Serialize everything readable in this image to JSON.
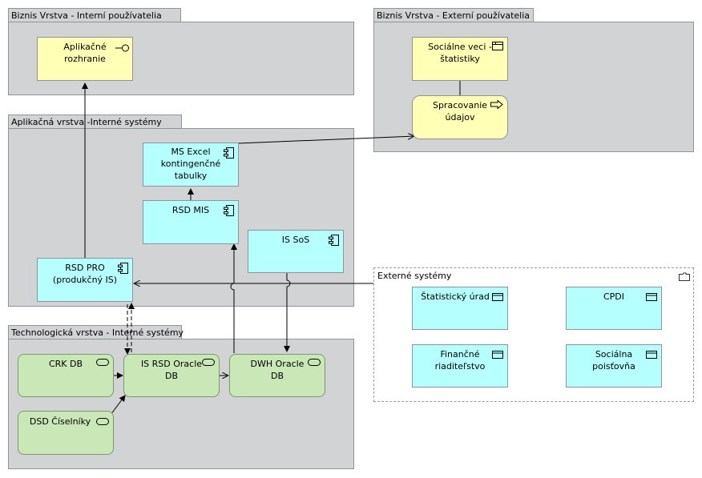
{
  "groups": {
    "biz_internal": "Biznis Vrstva - Interní používatelia",
    "biz_external": "Biznis Vrstva - Externí používatelia",
    "app_internal": "Aplikačná vrstva -Interné systémy",
    "tech_internal": "Technologická vrstva - Interné systémy",
    "external_systems": "Externé systémy"
  },
  "nodes": {
    "app_interface": {
      "line1": "Aplikačné",
      "line2": "rozhranie",
      "icon": "interface-icon"
    },
    "social_stats": {
      "line1": "Sociálne veci -",
      "line2": "štatistiky",
      "icon": "business-object-icon"
    },
    "data_processing": {
      "line1": "Spracovanie",
      "line2": "údajov",
      "icon": "process-arrow-icon"
    },
    "ms_excel": {
      "line1": "MS Excel",
      "line2": "kontingenčné",
      "line3": "tabulky",
      "icon": "component-icon"
    },
    "rsd_mis": {
      "line1": "RSD MIS",
      "icon": "component-icon"
    },
    "is_sos": {
      "line1": "IS SoS",
      "icon": "component-icon"
    },
    "rsd_pro": {
      "line1": "RSD PRO",
      "line2": "(produkčný IS)",
      "icon": "component-icon"
    },
    "crk_db": {
      "line1": "CRK DB",
      "icon": "system-software-icon"
    },
    "is_rsd_oracle": {
      "line1": "IS RSD Oracle",
      "line2": "DB",
      "icon": "system-software-icon"
    },
    "dwh_oracle": {
      "line1": "DWH Oracle",
      "line2": "DB",
      "icon": "system-software-icon"
    },
    "dsd_ciselniky": {
      "line1": "DSD Číselníky",
      "icon": "system-software-icon"
    },
    "stat_urad": {
      "line1": "Štatistický úrad",
      "icon": "node-icon"
    },
    "cpdi": {
      "line1": "CPDI",
      "icon": "node-icon"
    },
    "financne": {
      "line1": "Finančné",
      "line2": "riaditeľstvo",
      "icon": "node-icon"
    },
    "socialna": {
      "line1": "Sociálna",
      "line2": "poisťovňa",
      "icon": "node-icon"
    }
  },
  "colors": {
    "group_fill": "#d1d3d5",
    "business": "#ffffb5",
    "application": "#b5ffff",
    "technology": "#c9e7b7"
  }
}
